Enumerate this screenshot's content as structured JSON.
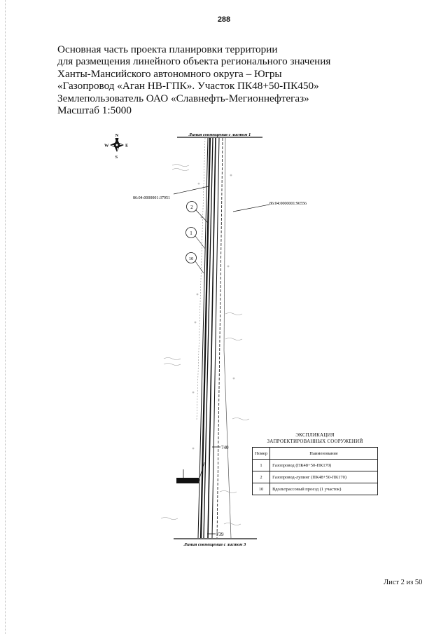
{
  "page_number": "288",
  "title_lines": [
    "Основная часть проекта планировки территории",
    "для размещения линейного объекта регионального значения",
    "Ханты-Мансийского автономного округа – Югры",
    "«Газопровод «Аган НВ-ГПК». Участок ПК48+50-ПК450»",
    "Землепользователь ОАО «Славнефть-Мегионнефтегаз»",
    "Масштаб 1:5000"
  ],
  "compass": {
    "n": "N",
    "s": "S",
    "w": "W",
    "e": "E"
  },
  "map": {
    "top_match_line": "Линия совмещения с листом 1",
    "bottom_match_line": "Линия совмещения с листом 3",
    "parcel_left": "86:04:0000001:37951",
    "parcel_right": "86:04:0000001:96556",
    "callouts": [
      "2",
      "1",
      "10"
    ],
    "pickets": [
      "740",
      "739"
    ]
  },
  "explication": {
    "title_1": "ЭКСПЛИКАЦИЯ",
    "title_2": "ЗАПРОЕКТИРОВАННЫХ СООРУЖЕНИЙ",
    "headers": [
      "Номер",
      "Наименование"
    ],
    "rows": [
      [
        "1",
        "Газопровод (ПК48+50-ПК170)"
      ],
      [
        "2",
        "Газопровод-лупинг (ПК48+50-ПК170)"
      ],
      [
        "10",
        "Вдольтрассовый проезд (1 участок)"
      ]
    ]
  },
  "sheet_label": "Лист 2 из 50",
  "colors": {
    "ink": "#111111",
    "faint": "#9a9a9a",
    "background": "#ffffff"
  }
}
